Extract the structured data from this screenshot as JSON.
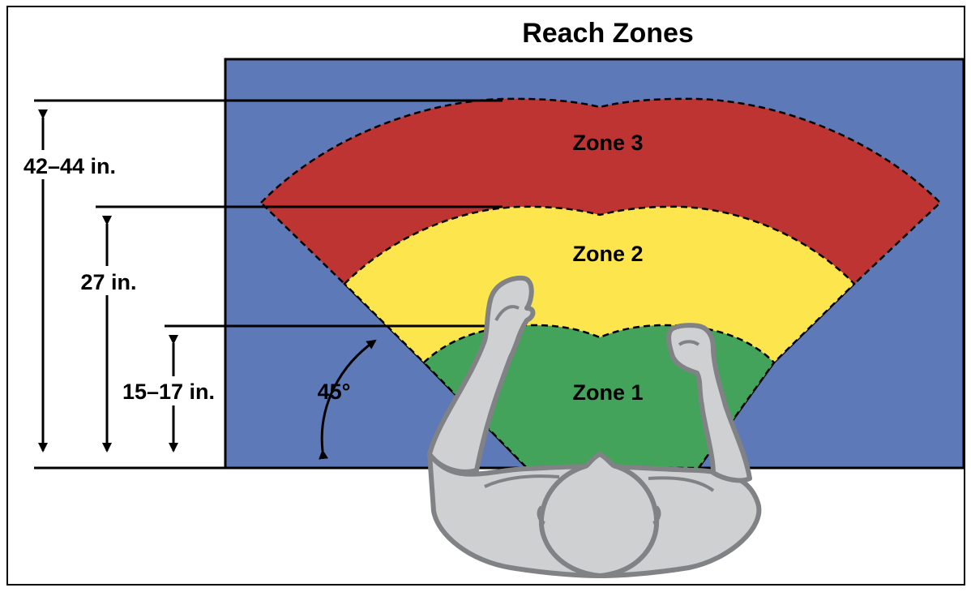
{
  "title": "Reach Zones",
  "zones": [
    {
      "label": "Zone 1",
      "color": "#43a35a"
    },
    {
      "label": "Zone 2",
      "color": "#fde54e"
    },
    {
      "label": "Zone 3",
      "color": "#be3432"
    }
  ],
  "table_color": "#5d79b8",
  "figure_color": "#cfd0d1",
  "figure_outline_color": "#808285",
  "dimensions": {
    "zone3_reach": "42–44 in.",
    "zone2_reach": "27 in.",
    "zone1_reach": "15–17 in."
  },
  "angle_label": "45°"
}
